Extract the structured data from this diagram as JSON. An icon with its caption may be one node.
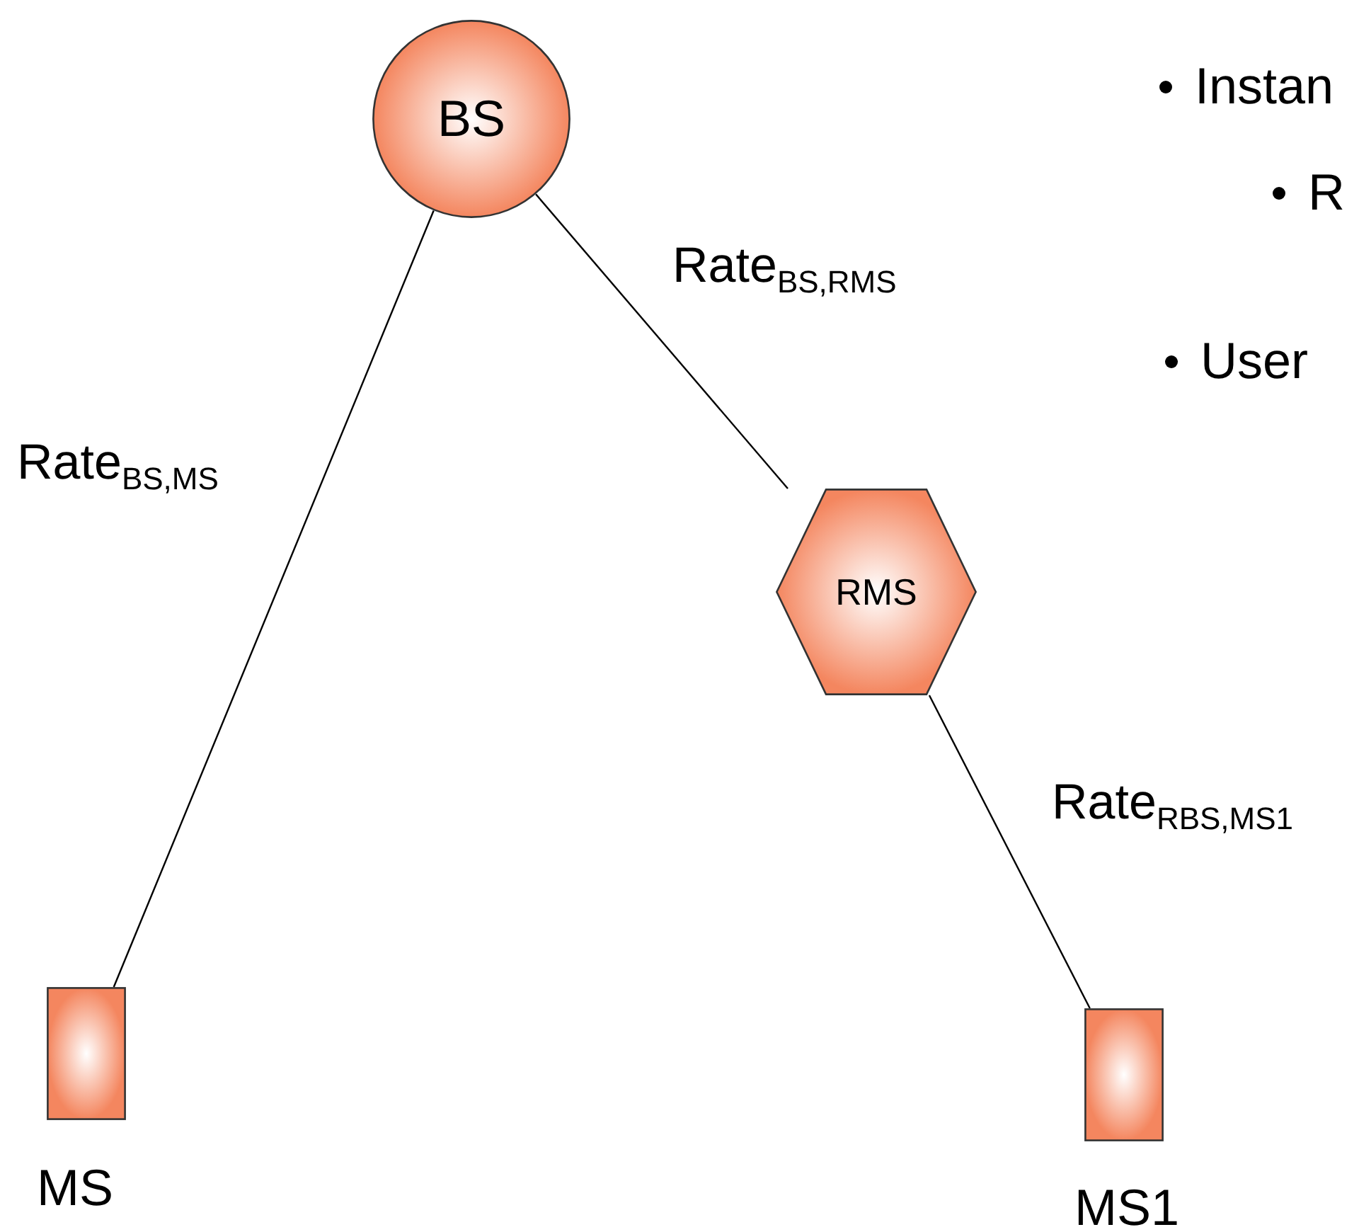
{
  "diagram": {
    "nodes": [
      {
        "text": [
          "BS"
        ]
      },
      {
        "text": [
          "RMS"
        ]
      },
      {
        "text": [],
        "shape": "box",
        "beside": [
          "MS"
        ]
      },
      {
        "text": [],
        "shape": "box",
        "beside": [
          "MS1"
        ]
      }
    ],
    "edges": [
      {
        "from": 0,
        "to": 2,
        "arrow": "none",
        "label": "Rate$_{BS,MS}$"
      },
      {
        "from": 0,
        "to": 1,
        "arrow": "none",
        "label": "Rate$_{BS,RMS}$"
      },
      {
        "from": 1,
        "to": 3,
        "arrow": "none",
        "label": "Rate$_{RBS,MS1}$"
      }
    ],
    "labels": [
      "Instan",
      "R",
      "User"
    ]
  }
}
